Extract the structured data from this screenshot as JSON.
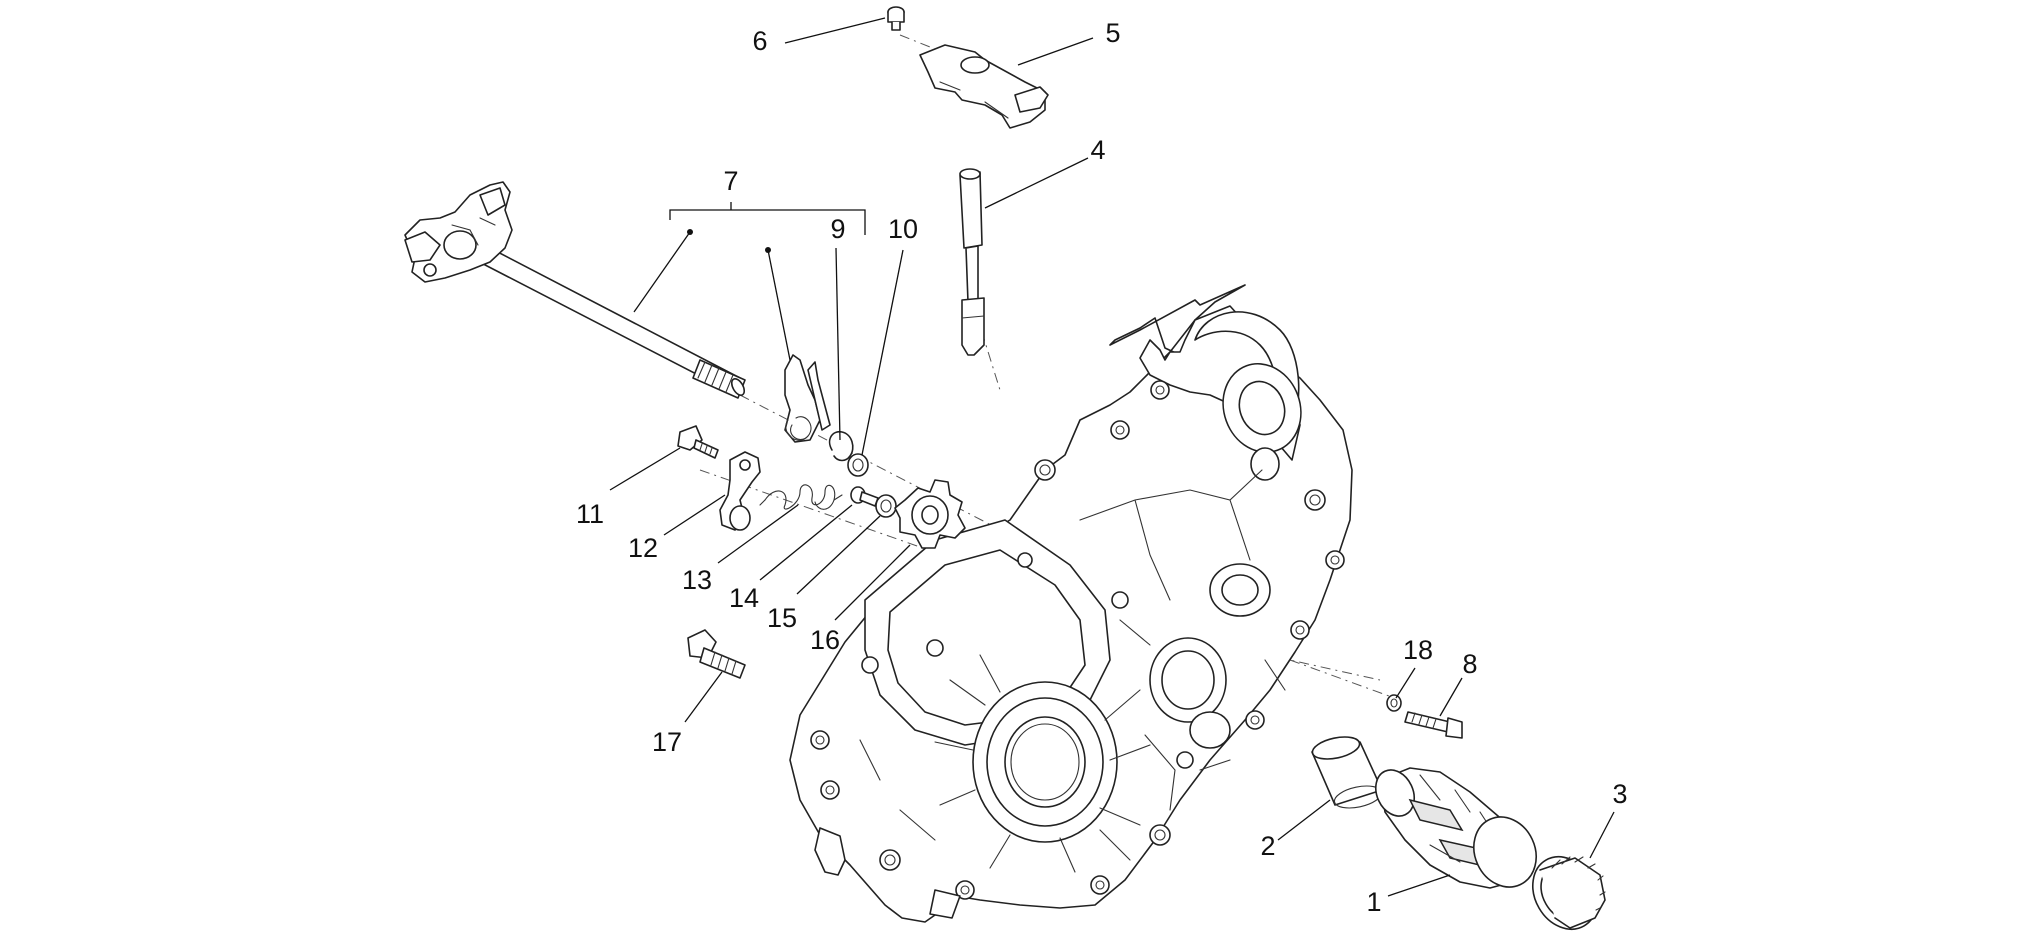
{
  "diagram": {
    "callouts": [
      {
        "id": "c1",
        "label": "1"
      },
      {
        "id": "c2",
        "label": "2"
      },
      {
        "id": "c3",
        "label": "3"
      },
      {
        "id": "c4",
        "label": "4"
      },
      {
        "id": "c5",
        "label": "5"
      },
      {
        "id": "c6",
        "label": "6"
      },
      {
        "id": "c7",
        "label": "7"
      },
      {
        "id": "c8",
        "label": "8"
      },
      {
        "id": "c9",
        "label": "9"
      },
      {
        "id": "c10",
        "label": "10"
      },
      {
        "id": "c11",
        "label": "11"
      },
      {
        "id": "c12",
        "label": "12"
      },
      {
        "id": "c13",
        "label": "13"
      },
      {
        "id": "c14",
        "label": "14"
      },
      {
        "id": "c15",
        "label": "15"
      },
      {
        "id": "c16",
        "label": "16"
      },
      {
        "id": "c17",
        "label": "17"
      },
      {
        "id": "c18",
        "label": "18"
      }
    ],
    "colors": {
      "line": "#222222",
      "background": "#ffffff"
    }
  }
}
